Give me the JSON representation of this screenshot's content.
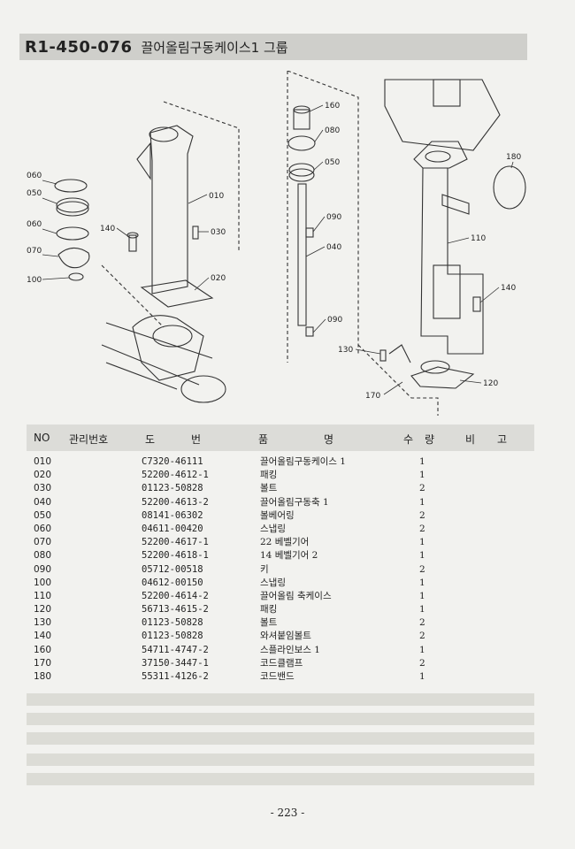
{
  "header": {
    "code": "R1-450-076",
    "name": "끌어올림구동케이스1 그룹"
  },
  "diagram": {
    "callouts": [
      "160",
      "080",
      "050",
      "010",
      "030",
      "060",
      "050",
      "060",
      "140",
      "090",
      "040",
      "070",
      "100",
      "020",
      "090",
      "180",
      "110",
      "140",
      "130",
      "170",
      "120"
    ]
  },
  "table": {
    "headers": {
      "no": "NO",
      "mgmt": "관리번호",
      "do": "도",
      "beon": "번",
      "pum": "품",
      "myeong": "명",
      "su": "수",
      "ryang": "량",
      "bi": "비",
      "go": "고"
    },
    "rows": [
      {
        "no": "010",
        "part": "C7320-46111",
        "name": "끌어올림구동케이스 1",
        "qty": "1"
      },
      {
        "no": "020",
        "part": "52200-4612-1",
        "name": "패킹",
        "qty": "1"
      },
      {
        "no": "030",
        "part": "01123-50828",
        "name": "볼트",
        "qty": "2"
      },
      {
        "no": "040",
        "part": "52200-4613-2",
        "name": "끌어올림구동축 1",
        "qty": "1"
      },
      {
        "no": "050",
        "part": "08141-06302",
        "name": "볼베어링",
        "qty": "2"
      },
      {
        "no": "060",
        "part": "04611-00420",
        "name": "스냅링",
        "qty": "2"
      },
      {
        "no": "070",
        "part": "52200-4617-1",
        "name": "22 베벨기어",
        "qty": "1"
      },
      {
        "no": "080",
        "part": "52200-4618-1",
        "name": "14 베벨기어 2",
        "qty": "1"
      },
      {
        "no": "090",
        "part": "05712-00518",
        "name": "키",
        "qty": "2"
      },
      {
        "no": "100",
        "part": "04612-00150",
        "name": "스냅링",
        "qty": "1"
      },
      {
        "no": "110",
        "part": "52200-4614-2",
        "name": "끌어올림 축케이스",
        "qty": "1"
      },
      {
        "no": "120",
        "part": "56713-4615-2",
        "name": "패킹",
        "qty": "1"
      },
      {
        "no": "130",
        "part": "01123-50828",
        "name": "볼트",
        "qty": "2"
      },
      {
        "no": "140",
        "part": "01123-50828",
        "name": "와셔붙임볼트",
        "qty": "2"
      },
      {
        "no": "160",
        "part": "54711-4747-2",
        "name": "스플라인보스 1",
        "qty": "1"
      },
      {
        "no": "170",
        "part": "37150-3447-1",
        "name": "코드클램프",
        "qty": "2"
      },
      {
        "no": "180",
        "part": "55311-4126-2",
        "name": "코드밴드",
        "qty": "1"
      }
    ]
  },
  "footer": {
    "page": "- 223 -"
  }
}
